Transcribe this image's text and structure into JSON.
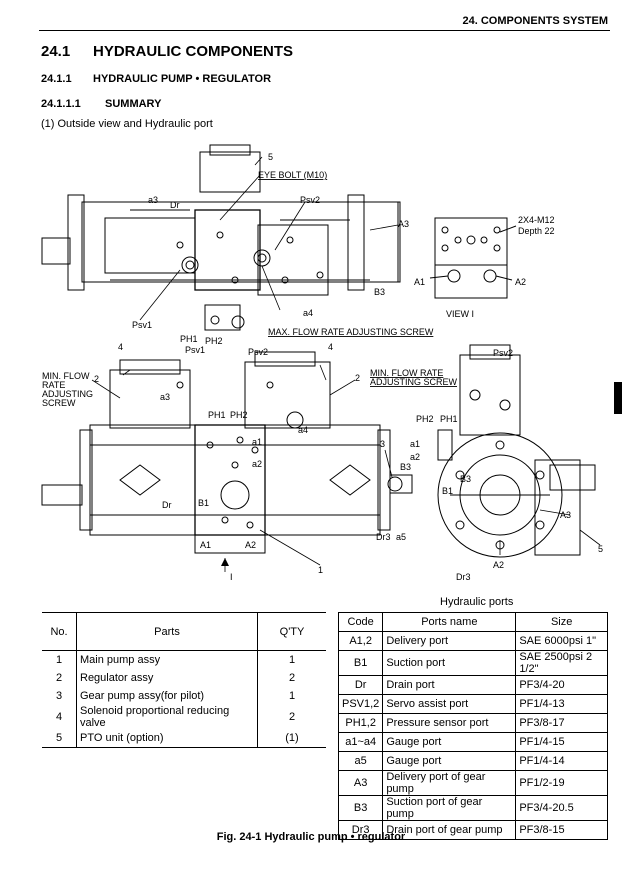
{
  "header": {
    "section": "24. COMPONENTS SYSTEM"
  },
  "heading1": {
    "num": "24.1",
    "text": "HYDRAULIC COMPONENTS"
  },
  "heading2": {
    "num": "24.1.1",
    "text": "HYDRAULIC PUMP • REGULATOR"
  },
  "heading3": {
    "num": "24.1.1.1",
    "text": "SUMMARY"
  },
  "intro": "(1) Outside view and Hydraulic port",
  "diagram_labels": {
    "n5_top": "5",
    "eye_bolt": "EYE BOLT (M10)",
    "a3": "a3",
    "dr": "Dr",
    "psv2": "Psv2",
    "a3_right": "A3",
    "b3": "B3",
    "a4": "a4",
    "psv1": "Psv1",
    "ph1": "PH1",
    "ph2": "PH2",
    "max_flow": "MAX. FLOW RATE ADJUSTING SCREW",
    "bolt_spec_1": "2X4-M12",
    "bolt_spec_2": "Depth 22",
    "a1_cap": "A1",
    "a2_cap": "A2",
    "view": "VIEW  I",
    "n4_left": "4",
    "n2_left": "2",
    "min_flow_1": "MIN. FLOW",
    "min_flow_2": "RATE",
    "min_flow_3": "ADJUSTING",
    "min_flow_4": "SCREW",
    "psv1_mid": "Psv1",
    "a3_mid": "a3",
    "ph1_mid": "PH1",
    "ph2_mid": "PH2",
    "a1_mid": "a1",
    "a2_mid": "a2",
    "a4_mid": "a4",
    "psv2_mid": "Psv2",
    "n4_mid": "4",
    "n2_mid": "2",
    "max_flow_1": "MIN. FLOW RATE",
    "max_flow_2": "ADJUSTING SCREW",
    "n3": "3",
    "b3_mid": "B3",
    "dr_mid": "Dr",
    "b1_mid": "B1",
    "a1_bot": "A1",
    "a2_bot": "A2",
    "arrow_i": "I",
    "n1": "1",
    "dr3": "Dr3",
    "a5": "a5",
    "psv2_r": "Psv2",
    "ph2_r": "PH2",
    "ph1_r": "PH1",
    "a1_r": "a1",
    "a2_r": "a2",
    "b3_r": "B3",
    "b1_r": "B1",
    "a3_r": "A3",
    "n5_r": "5",
    "a2_rb": "A2",
    "dr3_r": "Dr3"
  },
  "parts_table": {
    "headers": {
      "no": "No.",
      "parts": "Parts",
      "qty": "Q'TY"
    },
    "rows": [
      {
        "no": "1",
        "part": "Main pump assy",
        "qty": "1"
      },
      {
        "no": "2",
        "part": "Regulator assy",
        "qty": "2"
      },
      {
        "no": "3",
        "part": "Gear pump assy(for pilot)",
        "qty": "1"
      },
      {
        "no": "4",
        "part": "Solenoid proportional reducing valve",
        "qty": "2"
      },
      {
        "no": "5",
        "part": "PTO unit (option)",
        "qty": "(1)"
      }
    ]
  },
  "ports_table": {
    "title": "Hydraulic ports",
    "headers": {
      "code": "Code",
      "port": "Ports name",
      "size": "Size"
    },
    "rows": [
      {
        "code": "A1,2",
        "port": "Delivery port",
        "size": "SAE 6000psi 1\""
      },
      {
        "code": "B1",
        "port": "Suction port",
        "size": "SAE 2500psi 2 1/2\""
      },
      {
        "code": "Dr",
        "port": "Drain port",
        "size": "PF3/4-20"
      },
      {
        "code": "PSV1,2",
        "port": "Servo assist port",
        "size": "PF1/4-13"
      },
      {
        "code": "PH1,2",
        "port": "Pressure sensor port",
        "size": "PF3/8-17"
      },
      {
        "code": "a1~a4",
        "port": "Gauge port",
        "size": "PF1/4-15"
      },
      {
        "code": "a5",
        "port": "Gauge port",
        "size": "PF1/4-14"
      },
      {
        "code": "A3",
        "port": "Delivery port of gear pump",
        "size": "PF1/2-19"
      },
      {
        "code": "B3",
        "port": "Suction port of gear pump",
        "size": "PF3/4-20.5"
      },
      {
        "code": "Dr3",
        "port": "Drain port of gear pump",
        "size": "PF3/8-15"
      }
    ]
  },
  "caption": "Fig. 24-1 Hydraulic pump • regulator"
}
